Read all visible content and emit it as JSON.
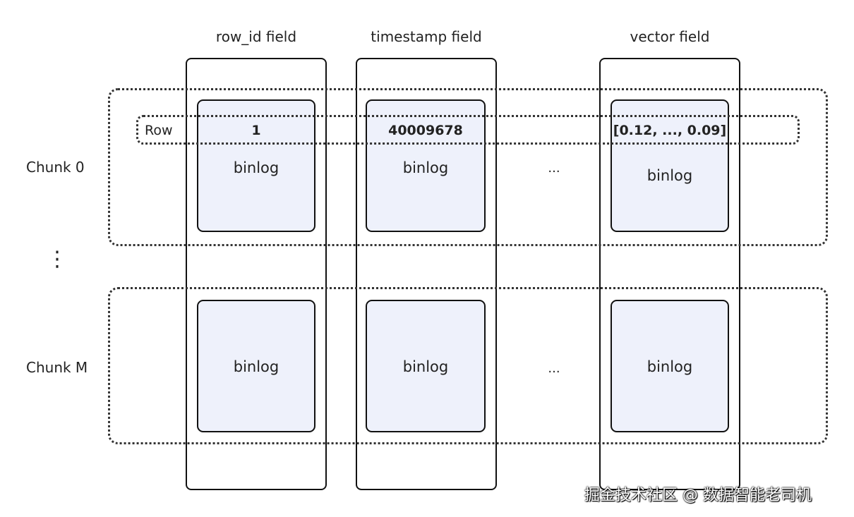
{
  "fields": [
    "row_id field",
    "timestamp field",
    "vector field"
  ],
  "chunks": [
    "Chunk 0",
    "Chunk M"
  ],
  "row": {
    "label": "Row",
    "values": [
      "1",
      "40009678",
      "[0.12, ..., 0.09]"
    ]
  },
  "cell_label": "binlog",
  "ellipsis_horizontal": "...",
  "ellipsis_vertical": "⋮",
  "watermark": "掘金技术社区 @ 数据智能老司机",
  "colors": {
    "cell_fill": "#eef1fb",
    "stroke": "#111111"
  }
}
